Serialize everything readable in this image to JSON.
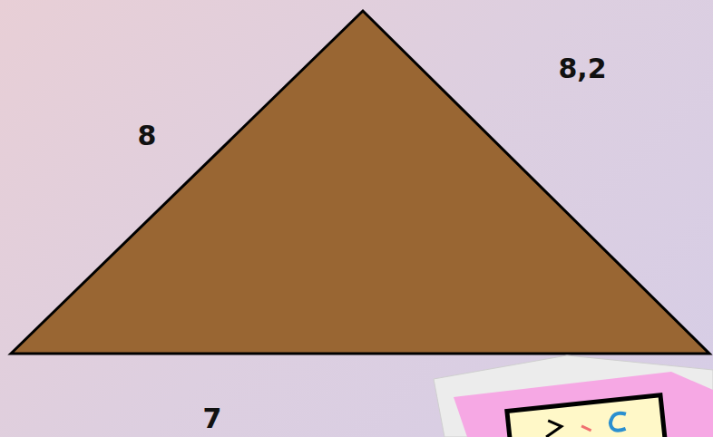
{
  "diagram": {
    "labels": [
      "8",
      "8,2",
      "7"
    ]
  }
}
